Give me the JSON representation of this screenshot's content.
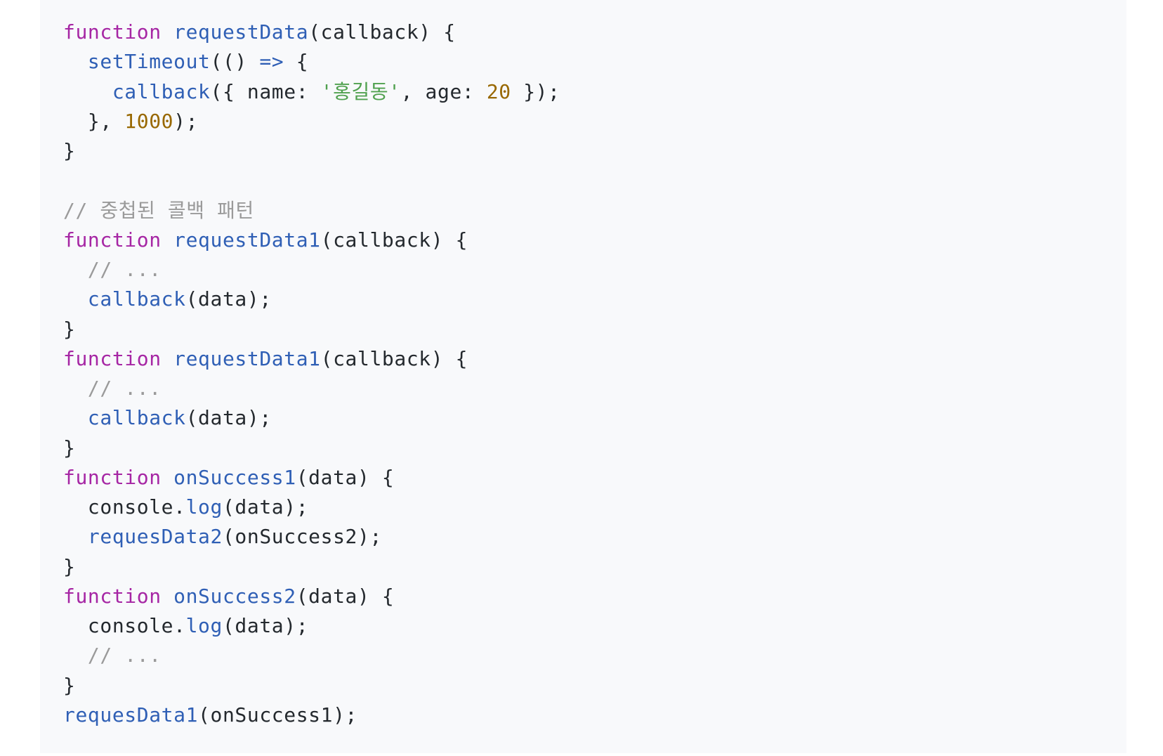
{
  "code": {
    "language": "javascript",
    "lines": [
      [
        {
          "t": "function",
          "c": "kw"
        },
        {
          "t": " ",
          "c": "pl"
        },
        {
          "t": "requestData",
          "c": "fn"
        },
        {
          "t": "(callback) {",
          "c": "pl"
        }
      ],
      [
        {
          "t": "  ",
          "c": "pl"
        },
        {
          "t": "setTimeout",
          "c": "fn"
        },
        {
          "t": "(() ",
          "c": "pl"
        },
        {
          "t": "=>",
          "c": "fn"
        },
        {
          "t": " {",
          "c": "pl"
        }
      ],
      [
        {
          "t": "    ",
          "c": "pl"
        },
        {
          "t": "callback",
          "c": "fn"
        },
        {
          "t": "({ name: ",
          "c": "pl"
        },
        {
          "t": "'홍길동'",
          "c": "str"
        },
        {
          "t": ", age: ",
          "c": "pl"
        },
        {
          "t": "20",
          "c": "num"
        },
        {
          "t": " });",
          "c": "pl"
        }
      ],
      [
        {
          "t": "  }, ",
          "c": "pl"
        },
        {
          "t": "1000",
          "c": "num"
        },
        {
          "t": ");",
          "c": "pl"
        }
      ],
      [
        {
          "t": "}",
          "c": "pl"
        }
      ],
      [],
      [
        {
          "t": "// 중첩된 콜백 패턴",
          "c": "cm"
        }
      ],
      [
        {
          "t": "function",
          "c": "kw"
        },
        {
          "t": " ",
          "c": "pl"
        },
        {
          "t": "requestData1",
          "c": "fn"
        },
        {
          "t": "(callback) {",
          "c": "pl"
        }
      ],
      [
        {
          "t": "  ",
          "c": "pl"
        },
        {
          "t": "// ...",
          "c": "cm"
        }
      ],
      [
        {
          "t": "  ",
          "c": "pl"
        },
        {
          "t": "callback",
          "c": "fn"
        },
        {
          "t": "(data);",
          "c": "pl"
        }
      ],
      [
        {
          "t": "}",
          "c": "pl"
        }
      ],
      [
        {
          "t": "function",
          "c": "kw"
        },
        {
          "t": " ",
          "c": "pl"
        },
        {
          "t": "requestData1",
          "c": "fn"
        },
        {
          "t": "(callback) {",
          "c": "pl"
        }
      ],
      [
        {
          "t": "  ",
          "c": "pl"
        },
        {
          "t": "// ...",
          "c": "cm"
        }
      ],
      [
        {
          "t": "  ",
          "c": "pl"
        },
        {
          "t": "callback",
          "c": "fn"
        },
        {
          "t": "(data);",
          "c": "pl"
        }
      ],
      [
        {
          "t": "}",
          "c": "pl"
        }
      ],
      [
        {
          "t": "function",
          "c": "kw"
        },
        {
          "t": " ",
          "c": "pl"
        },
        {
          "t": "onSuccess1",
          "c": "fn"
        },
        {
          "t": "(data) {",
          "c": "pl"
        }
      ],
      [
        {
          "t": "  console.",
          "c": "pl"
        },
        {
          "t": "log",
          "c": "fn"
        },
        {
          "t": "(data);",
          "c": "pl"
        }
      ],
      [
        {
          "t": "  ",
          "c": "pl"
        },
        {
          "t": "requesData2",
          "c": "fn"
        },
        {
          "t": "(onSuccess2);",
          "c": "pl"
        }
      ],
      [
        {
          "t": "}",
          "c": "pl"
        }
      ],
      [
        {
          "t": "function",
          "c": "kw"
        },
        {
          "t": " ",
          "c": "pl"
        },
        {
          "t": "onSuccess2",
          "c": "fn"
        },
        {
          "t": "(data) {",
          "c": "pl"
        }
      ],
      [
        {
          "t": "  console.",
          "c": "pl"
        },
        {
          "t": "log",
          "c": "fn"
        },
        {
          "t": "(data);",
          "c": "pl"
        }
      ],
      [
        {
          "t": "  ",
          "c": "pl"
        },
        {
          "t": "// ...",
          "c": "cm"
        }
      ],
      [
        {
          "t": "}",
          "c": "pl"
        }
      ],
      [
        {
          "t": "requesData1",
          "c": "fn"
        },
        {
          "t": "(onSuccess1);",
          "c": "pl"
        }
      ]
    ]
  },
  "colors": {
    "background": "#f8f9fb",
    "keyword": "#a626a4",
    "function": "#2f5fb5",
    "string": "#50a14f",
    "number": "#986801",
    "comment": "#9a9a9a",
    "plain": "#24292e"
  }
}
